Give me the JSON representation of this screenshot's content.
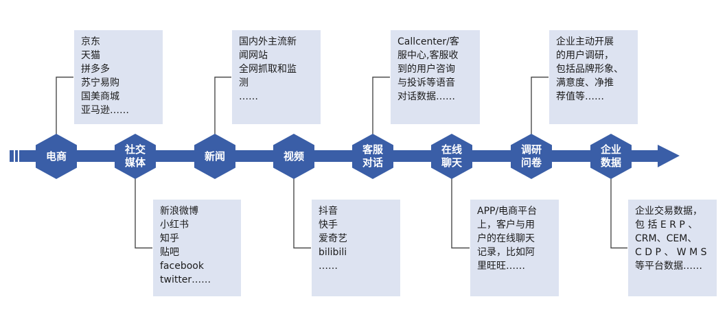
{
  "colors": {
    "band": "#3a5ea7",
    "box_fill": "#dde3f1",
    "connector": "#4a4a4a"
  },
  "timeline": [
    {
      "label": "电商"
    },
    {
      "label": "社交\n媒体"
    },
    {
      "label": "新闻"
    },
    {
      "label": "视频"
    },
    {
      "label": "客服\n对话"
    },
    {
      "label": "在线\n聊天"
    },
    {
      "label": "调研\n问卷"
    },
    {
      "label": "企业\n数据"
    }
  ],
  "details": [
    {
      "lines": [
        "京东",
        "天猫",
        "拼多多",
        "苏宁易购",
        "国美商城",
        "亚马逊……"
      ]
    },
    {
      "lines": [
        "新浪微博",
        "小红书",
        "知乎",
        "贴吧",
        "facebook",
        "twitter……"
      ]
    },
    {
      "lines": [
        "国内外主流新",
        "闻网站",
        "全网抓取和监",
        "测",
        "……"
      ]
    },
    {
      "lines": [
        "抖音",
        "快手",
        "爱奇艺",
        "bilibili",
        "……"
      ]
    },
    {
      "lines": [
        "Callcenter/客",
        "服中心,客服收",
        "到的用户咨询",
        "与投诉等语音",
        "对话数据……"
      ]
    },
    {
      "lines": [
        "APP/电商平台",
        "上，客户与用",
        "户的在线聊天",
        "记录，比如阿",
        "里旺旺……"
      ]
    },
    {
      "lines": [
        "企业主动开展",
        "的用户调研，",
        "包括品牌形象、",
        "满意度、净推",
        "荐值等……"
      ]
    },
    {
      "lines": [
        "企业交易数据，",
        "包 括 E R P 、",
        "CRM、CEM、",
        "C D P 、 W M S",
        "等平台数据……"
      ]
    }
  ]
}
